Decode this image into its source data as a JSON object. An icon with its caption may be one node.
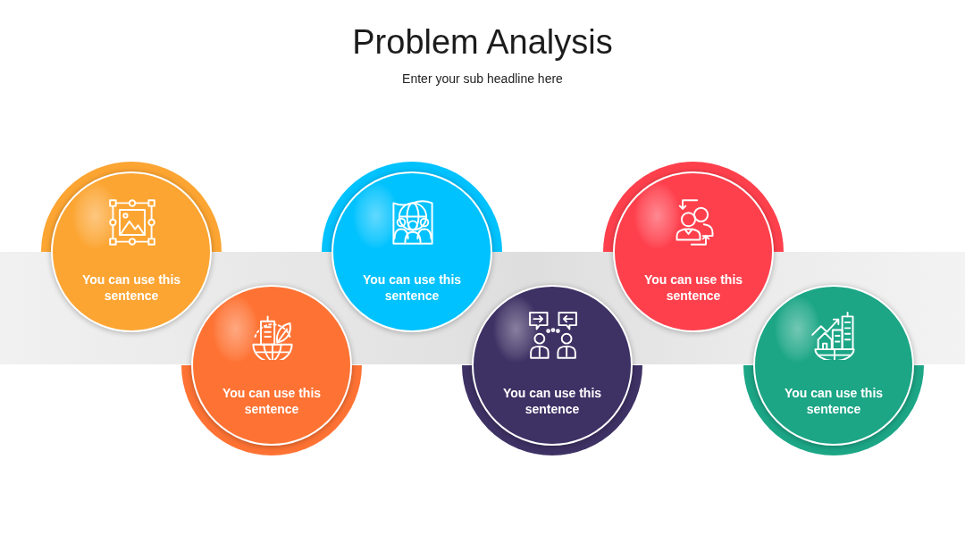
{
  "diagram": {
    "title": "Problem Analysis",
    "nodes": [
      {
        "text": [
          "You can use this sentence"
        ]
      },
      {
        "text": [
          "You can use this sentence"
        ]
      },
      {
        "text": [
          "You can use this sentence"
        ]
      },
      {
        "text": [
          "You can use this sentence"
        ]
      },
      {
        "text": [
          "You can use this sentence"
        ]
      },
      {
        "text": [
          "You can use this sentence"
        ]
      }
    ],
    "labels": [
      "Enter your sub headline here"
    ]
  }
}
